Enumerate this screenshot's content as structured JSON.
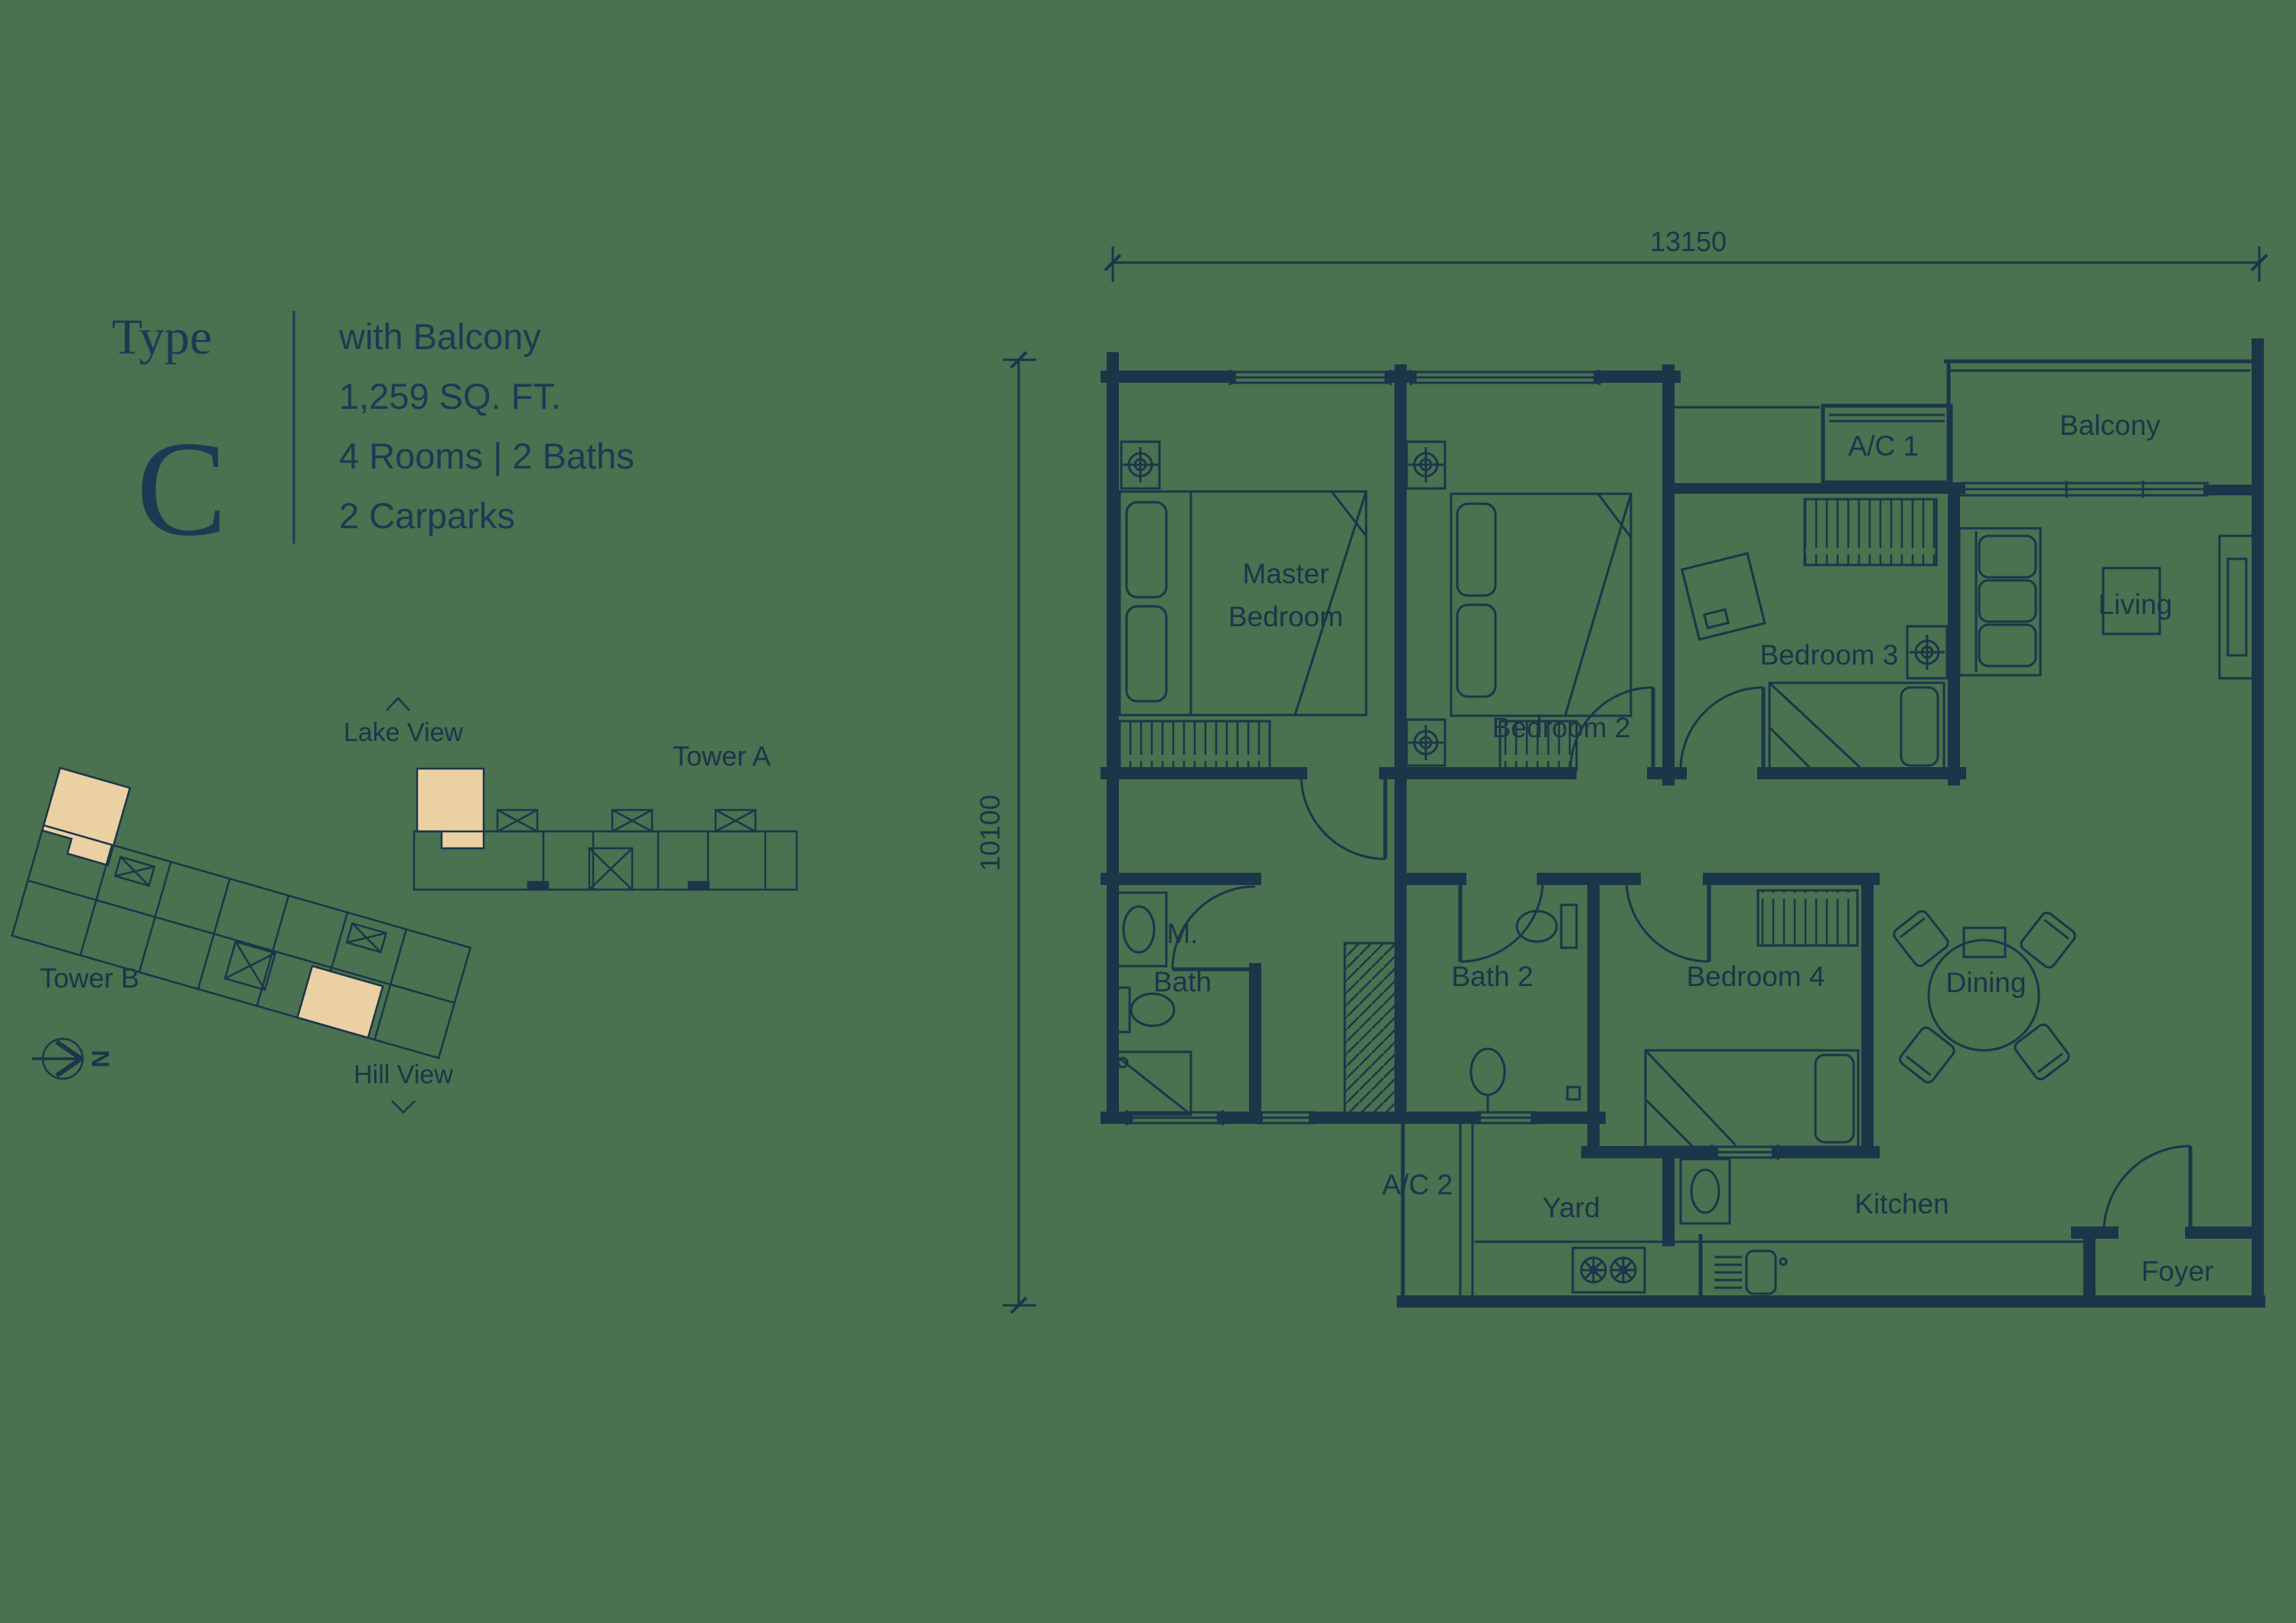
{
  "colors": {
    "background": "#4A7150",
    "line": "#1B3649",
    "unit_highlight": "#EBD0A4"
  },
  "title_block": {
    "type_label": "Type",
    "type_letter": "C",
    "details": {
      "line1": "with Balcony",
      "line2": "1,259 SQ. FT.",
      "line3": "4 Rooms | 2 Baths",
      "line4": "2 Carparks"
    }
  },
  "site_plan": {
    "lake_view_label": "Lake View",
    "hill_view_label": "Hill View",
    "tower_a_label": "Tower A",
    "tower_b_label": "Tower B",
    "north_indicator": "N"
  },
  "floor_plan": {
    "dimension_top": "13150",
    "dimension_left": "10100",
    "rooms": {
      "master_bedroom_line1": "Master",
      "master_bedroom_line2": "Bedroom",
      "bedroom2": "Bedroom 2",
      "bedroom3": "Bedroom 3",
      "bedroom4": "Bedroom 4",
      "living": "Living",
      "dining": "Dining",
      "kitchen": "Kitchen",
      "yard": "Yard",
      "foyer": "Foyer",
      "balcony": "Balcony",
      "ac1": "A/C 1",
      "ac2": "A/C 2",
      "mbath_line1": "M.",
      "mbath_line2": "Bath",
      "bath2": "Bath 2"
    }
  }
}
